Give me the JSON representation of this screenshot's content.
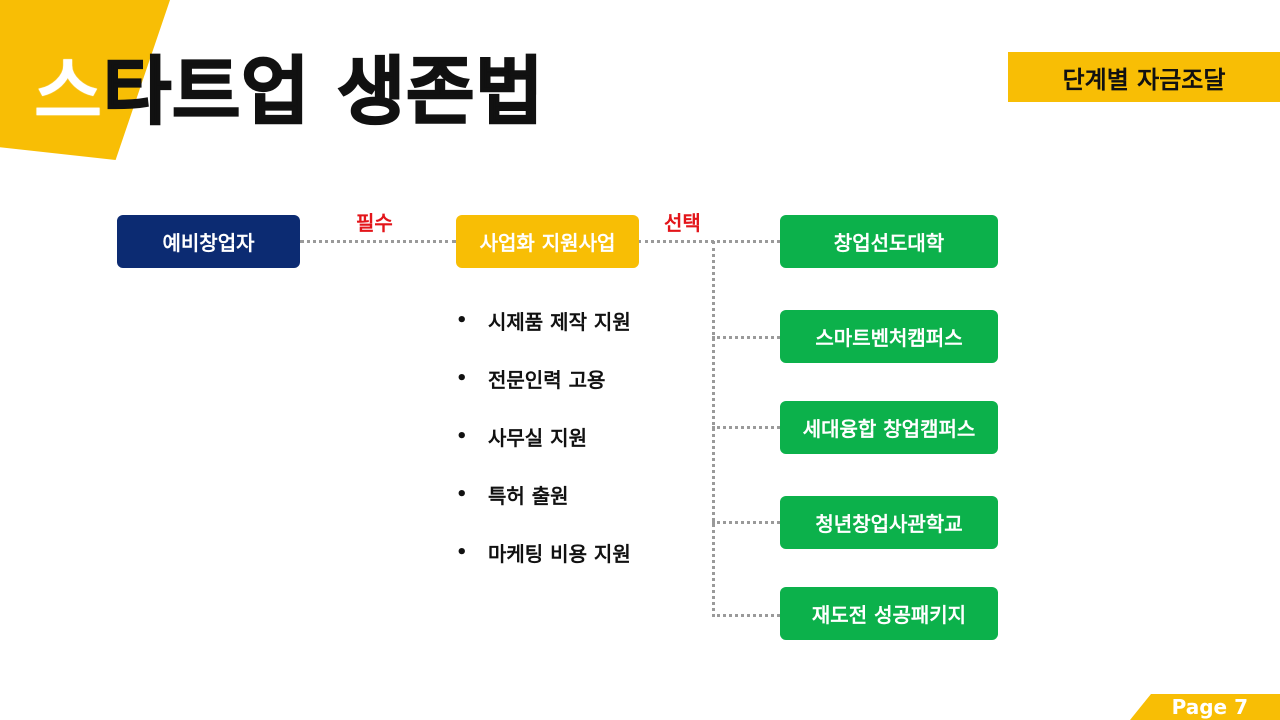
{
  "header": {
    "title_first": "스",
    "title_rest": "타트업 생존법",
    "tag": "단계별 자금조달"
  },
  "flow": {
    "start": "예비창업자",
    "edge_required": "필수",
    "middle": "사업화 지원사업",
    "edge_choice": "선택",
    "options": [
      "창업선도대학",
      "스마트벤처캠퍼스",
      "세대융합 창업캠퍼스",
      "청년창업사관학교",
      "재도전 성공패키지"
    ]
  },
  "support_items": {
    "bullet": "•",
    "items": [
      "시제품 제작 지원",
      "전문인력 고용",
      "사무실 지원",
      "특허 출원",
      "마케팅 비용 지원"
    ]
  },
  "footer": {
    "page": "Page 7"
  },
  "colors": {
    "accent_yellow": "#F8BE05",
    "navy": "#0C2B72",
    "green": "#0CB14B",
    "red": "#E3151A"
  }
}
